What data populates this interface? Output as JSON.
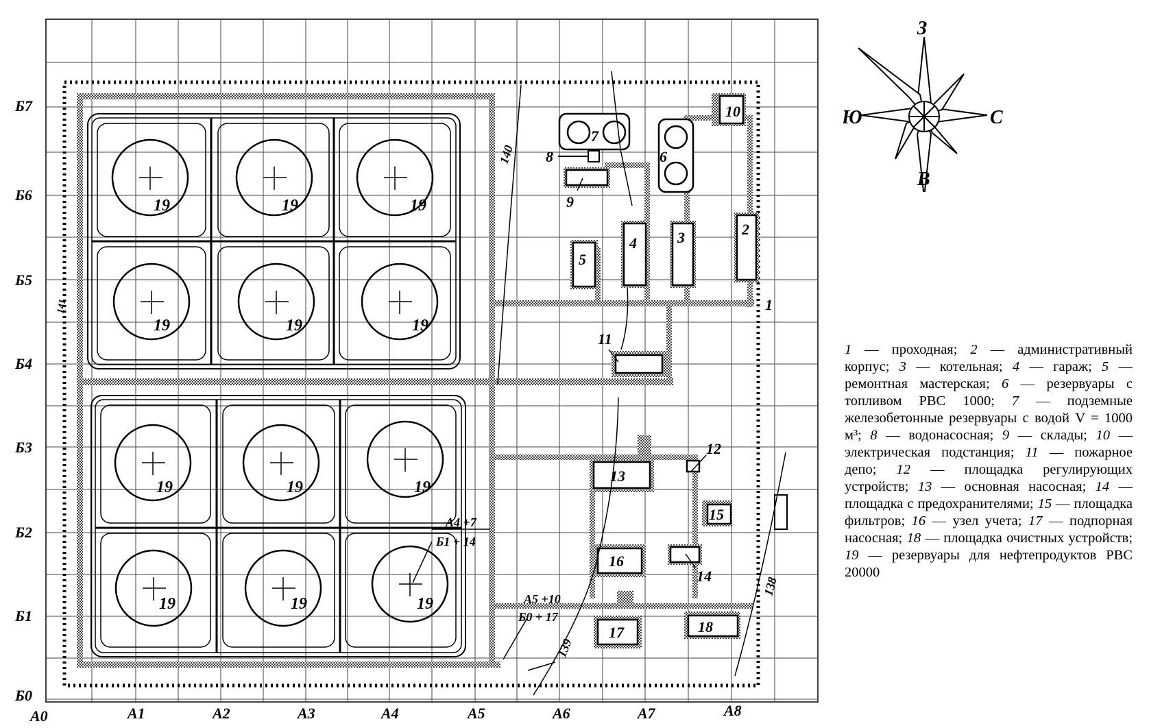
{
  "axes": {
    "a_labels": [
      "А0",
      "А1",
      "А2",
      "А3",
      "А4",
      "А5",
      "А6",
      "А7",
      "А8"
    ],
    "b_labels": [
      "Б0",
      "Б1",
      "Б2",
      "Б3",
      "Б4",
      "Б5",
      "Б6",
      "Б7"
    ]
  },
  "compass": {
    "north": "З",
    "south": "В",
    "west": "Ю",
    "east": "С"
  },
  "buildings": [
    {
      "id": "1",
      "label": "1"
    },
    {
      "id": "2",
      "label": "2"
    },
    {
      "id": "3",
      "label": "3"
    },
    {
      "id": "4",
      "label": "4"
    },
    {
      "id": "5",
      "label": "5"
    },
    {
      "id": "6",
      "label": "6"
    },
    {
      "id": "7",
      "label": "7"
    },
    {
      "id": "8",
      "label": "8"
    },
    {
      "id": "9",
      "label": "9"
    },
    {
      "id": "10",
      "label": "10"
    },
    {
      "id": "11",
      "label": "11"
    },
    {
      "id": "12",
      "label": "12"
    },
    {
      "id": "13",
      "label": "13"
    },
    {
      "id": "14",
      "label": "14"
    },
    {
      "id": "15",
      "label": "15"
    },
    {
      "id": "16",
      "label": "16"
    },
    {
      "id": "17",
      "label": "17"
    },
    {
      "id": "18",
      "label": "18"
    }
  ],
  "tank_label": "19",
  "elevations": {
    "e140": "140",
    "e139": "139",
    "e138": "138",
    "e141": "141"
  },
  "coords": {
    "c1_top": "А4 +7",
    "c1_bot": "Б1 + 14",
    "c2_top": "А5 +10",
    "c2_bot": "Б0 + 17"
  },
  "legend": [
    {
      "n": "1",
      "text": "проходная;"
    },
    {
      "n": "2",
      "text": "административный корпус;"
    },
    {
      "n": "3",
      "text": "котельная;"
    },
    {
      "n": "4",
      "text": "гараж;"
    },
    {
      "n": "5",
      "text": "ремонтная мастерская;"
    },
    {
      "n": "6",
      "text": "резервуары с топливом РВС 1000;"
    },
    {
      "n": "7",
      "text": "подземные железобетонные резервуары с водой V = 1000 м³;"
    },
    {
      "n": "8",
      "text": "водонасосная;"
    },
    {
      "n": "9",
      "text": "склады;"
    },
    {
      "n": "10",
      "text": "электрическая подстанция;"
    },
    {
      "n": "11",
      "text": "пожарное депо;"
    },
    {
      "n": "12",
      "text": "площадка регулирующих устройств;"
    },
    {
      "n": "13",
      "text": "основная насосная;"
    },
    {
      "n": "14",
      "text": "площадка с предохранителями;"
    },
    {
      "n": "15",
      "text": "площадка фильтров;"
    },
    {
      "n": "16",
      "text": "узел учета;"
    },
    {
      "n": "17",
      "text": "подпорная насосная;"
    },
    {
      "n": "18",
      "text": "площадка очистных устройств;"
    },
    {
      "n": "19",
      "text": "резервуары для нефтепродуктов РВС 20000"
    }
  ]
}
